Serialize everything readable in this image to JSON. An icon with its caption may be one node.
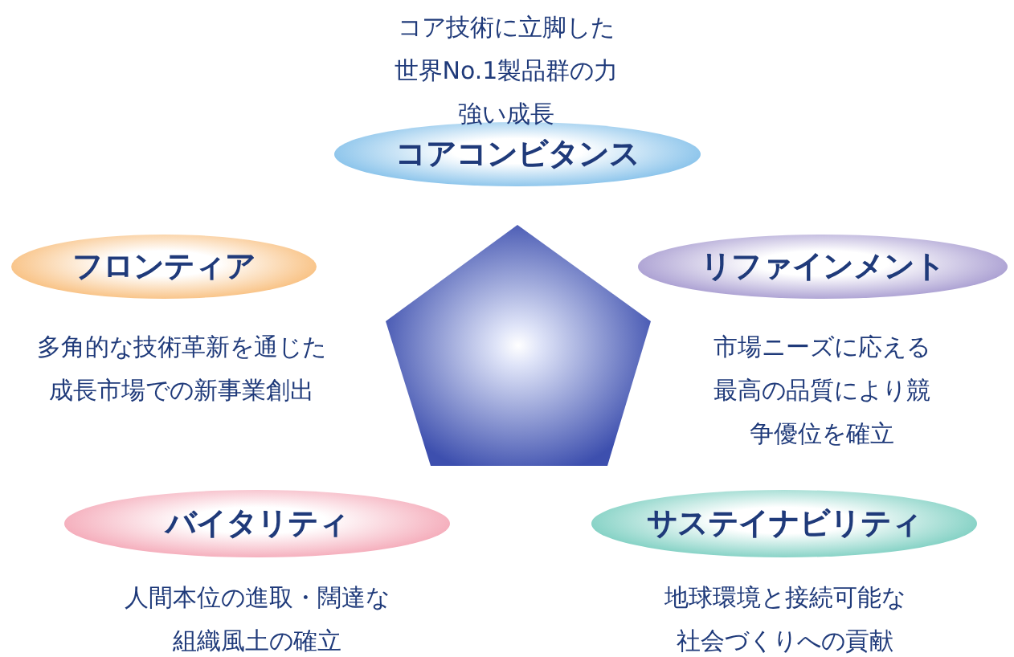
{
  "diagram": {
    "nodes": [
      {
        "text": [
          "コアコンビタンス"
        ],
        "beside": [
          "コア技術に立脚した世界No.1製品群の力強い成長"
        ]
      },
      {
        "text": [
          "フロンティア"
        ],
        "beside": [
          "多角的な技術革新を通じた成長市場での新事業創出"
        ]
      },
      {
        "text": [
          "リファインメント"
        ],
        "beside": [
          "市場ニーズに応える最高の品質により競争優位を確立"
        ]
      },
      {
        "text": [
          "バイタリティ"
        ],
        "beside": [
          "人間本位の進取・闊達な組織風土の確立"
        ]
      },
      {
        "text": [
          "サステイナビリティ"
        ],
        "beside": [
          "地球環境と接続可能な社会づくりへの貢献"
        ]
      },
      {
        "text": [],
        "shape": "pentagon"
      }
    ],
    "edges": []
  }
}
